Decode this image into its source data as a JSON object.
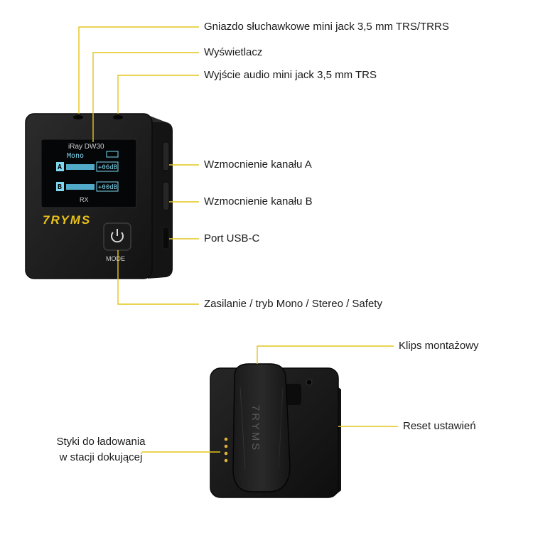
{
  "device_front": {
    "model": "iRay DW30",
    "mode": "Mono",
    "channel_a": "A",
    "channel_b": "B",
    "gain_a": "+06dB",
    "gain_b": "+00dB",
    "rx": "RX",
    "brand": "7RYMS",
    "mode_button": "MODE"
  },
  "labels": {
    "headphone_jack": "Gniazdo słuchawkowe mini jack 3,5 mm TRS/TRRS",
    "display": "Wyświetlacz",
    "audio_out": "Wyjście audio mini jack 3,5 mm TRS",
    "gain_a": "Wzmocnienie kanału A",
    "gain_b": "Wzmocnienie kanału B",
    "usb_c": "Port USB-C",
    "power_mode": "Zasilanie / tryb Mono / Stereo / Safety",
    "clip": "Klips montażowy",
    "reset": "Reset ustawień",
    "charging_contacts_line1": "Styki do ładowania",
    "charging_contacts_line2": "w stacji dokującej"
  },
  "device_back": {
    "brand": "7RYMS"
  },
  "colors": {
    "leader_line": "#e3c51c",
    "brand_yellow": "#e9c21a",
    "screen_text": "#7fd8f0",
    "device_body": "#1c1c1c"
  }
}
